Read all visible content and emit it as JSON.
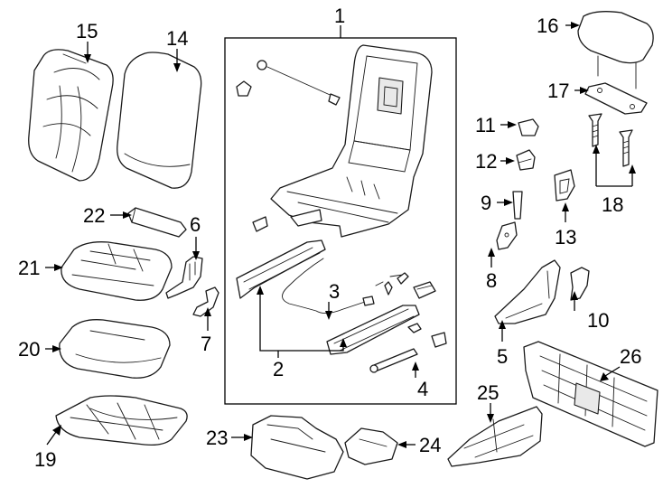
{
  "callouts": {
    "c1": "1",
    "c2": "2",
    "c3": "3",
    "c4": "4",
    "c5": "5",
    "c6": "6",
    "c7": "7",
    "c8": "8",
    "c9": "9",
    "c10": "10",
    "c11": "11",
    "c12": "12",
    "c13": "13",
    "c14": "14",
    "c15": "15",
    "c16": "16",
    "c17": "17",
    "c18": "18",
    "c19": "19",
    "c20": "20",
    "c21": "21",
    "c22": "22",
    "c23": "23",
    "c24": "24",
    "c25": "25",
    "c26": "26"
  },
  "colors": {
    "line": "#1a1a1a",
    "shade": "#e9e9e9",
    "background": "#ffffff"
  }
}
